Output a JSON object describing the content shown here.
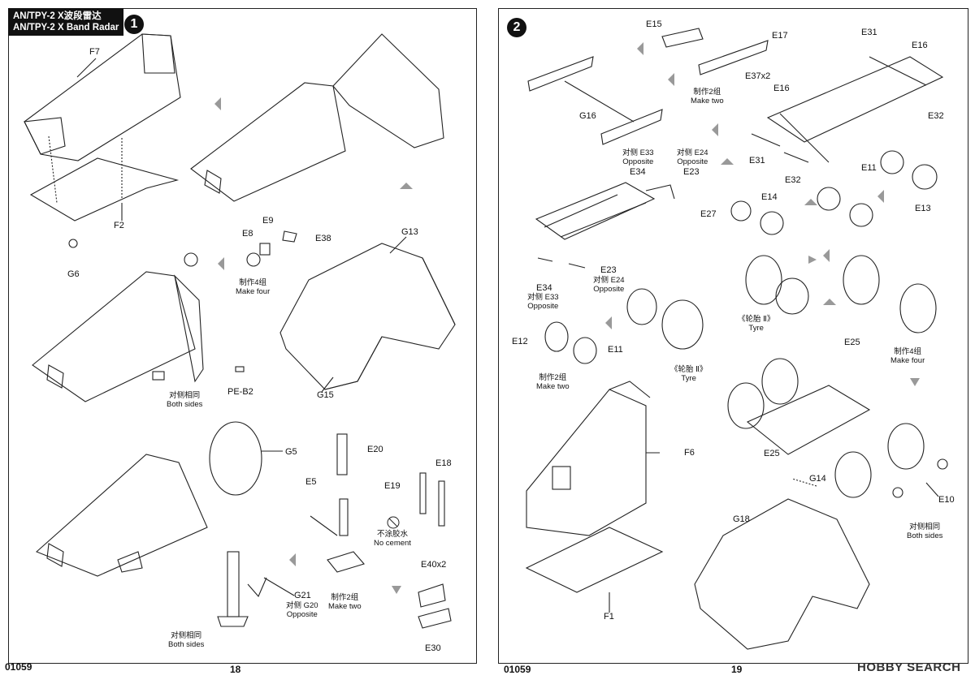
{
  "header": {
    "title_cn": "AN/TPY-2 X波段雷达",
    "title_en": "AN/TPY-2 X Band Radar"
  },
  "steps": {
    "step1": "1",
    "step2": "2"
  },
  "footer": {
    "left_code": "01059",
    "left_page": "18",
    "right_code": "01059",
    "right_page": "19",
    "watermark": "HOBBY SEARCH"
  },
  "left_labels": {
    "F7": "F7",
    "F2": "F2",
    "G6": "G6",
    "E9": "E9",
    "E8": "E8",
    "E38": "E38",
    "make_four_cn": "制作4组",
    "make_four_en": "Make four",
    "G13": "G13",
    "G15": "G15",
    "PEB2": "PE-B2",
    "both_sides_cn": "对侧相同",
    "both_sides_en": "Both sides",
    "G5": "G5",
    "E20": "E20",
    "E5": "E5",
    "E19": "E19",
    "E18": "E18",
    "no_cement_cn": "不涂胶水",
    "no_cement_en": "No cement",
    "E40x2": "E40x2",
    "make_two_cn": "制作2组",
    "make_two_en": "Make two",
    "G21": "G21",
    "G20_cn": "对侧 G20",
    "opposite": "Opposite",
    "both_sides2_cn": "对侧相同",
    "both_sides2_en": "Both sides",
    "E30": "E30"
  },
  "right_labels": {
    "E15": "E15",
    "E17": "E17",
    "E37x2": "E37x2",
    "make_two_cn": "制作2组",
    "make_two_en": "Make two",
    "E31a": "E31",
    "E16a": "E16",
    "E16b": "E16",
    "E32a": "E32",
    "G16": "G16",
    "E31b": "E31",
    "E32b": "E32",
    "E33_cn": "对侧 E33",
    "E33_opp": "Opposite",
    "E34a": "E34",
    "E24_cn": "对侧 E24",
    "E24_opp": "Opposite",
    "E23a": "E23",
    "E11a": "E11",
    "E13": "E13",
    "E27": "E27",
    "E14": "E14",
    "E23b": "E23",
    "E24b_cn": "对侧 E24",
    "E24b_opp": "Opposite",
    "E34b": "E34",
    "E33b_cn": "对侧 E33",
    "E33b_opp": "Opposite",
    "tyre1_cn": "《轮胎 Ⅱ》",
    "tyre1_en": "Tyre",
    "E12": "E12",
    "E11b": "E11",
    "make_two2_cn": "制作2组",
    "make_two2_en": "Make two",
    "tyre2_cn": "《轮胎 Ⅱ》",
    "tyre2_en": "Tyre",
    "E25a": "E25",
    "make_four_cn": "制作4组",
    "make_four_en": "Make four",
    "F6": "F6",
    "E25b": "E25",
    "E10": "E10",
    "both_sides_cn": "对侧相同",
    "both_sides_en": "Both sides",
    "G14": "G14",
    "G18": "G18",
    "F1": "F1"
  },
  "colors": {
    "ink": "#222222",
    "arrow": "#999999",
    "paper": "#ffffff"
  }
}
